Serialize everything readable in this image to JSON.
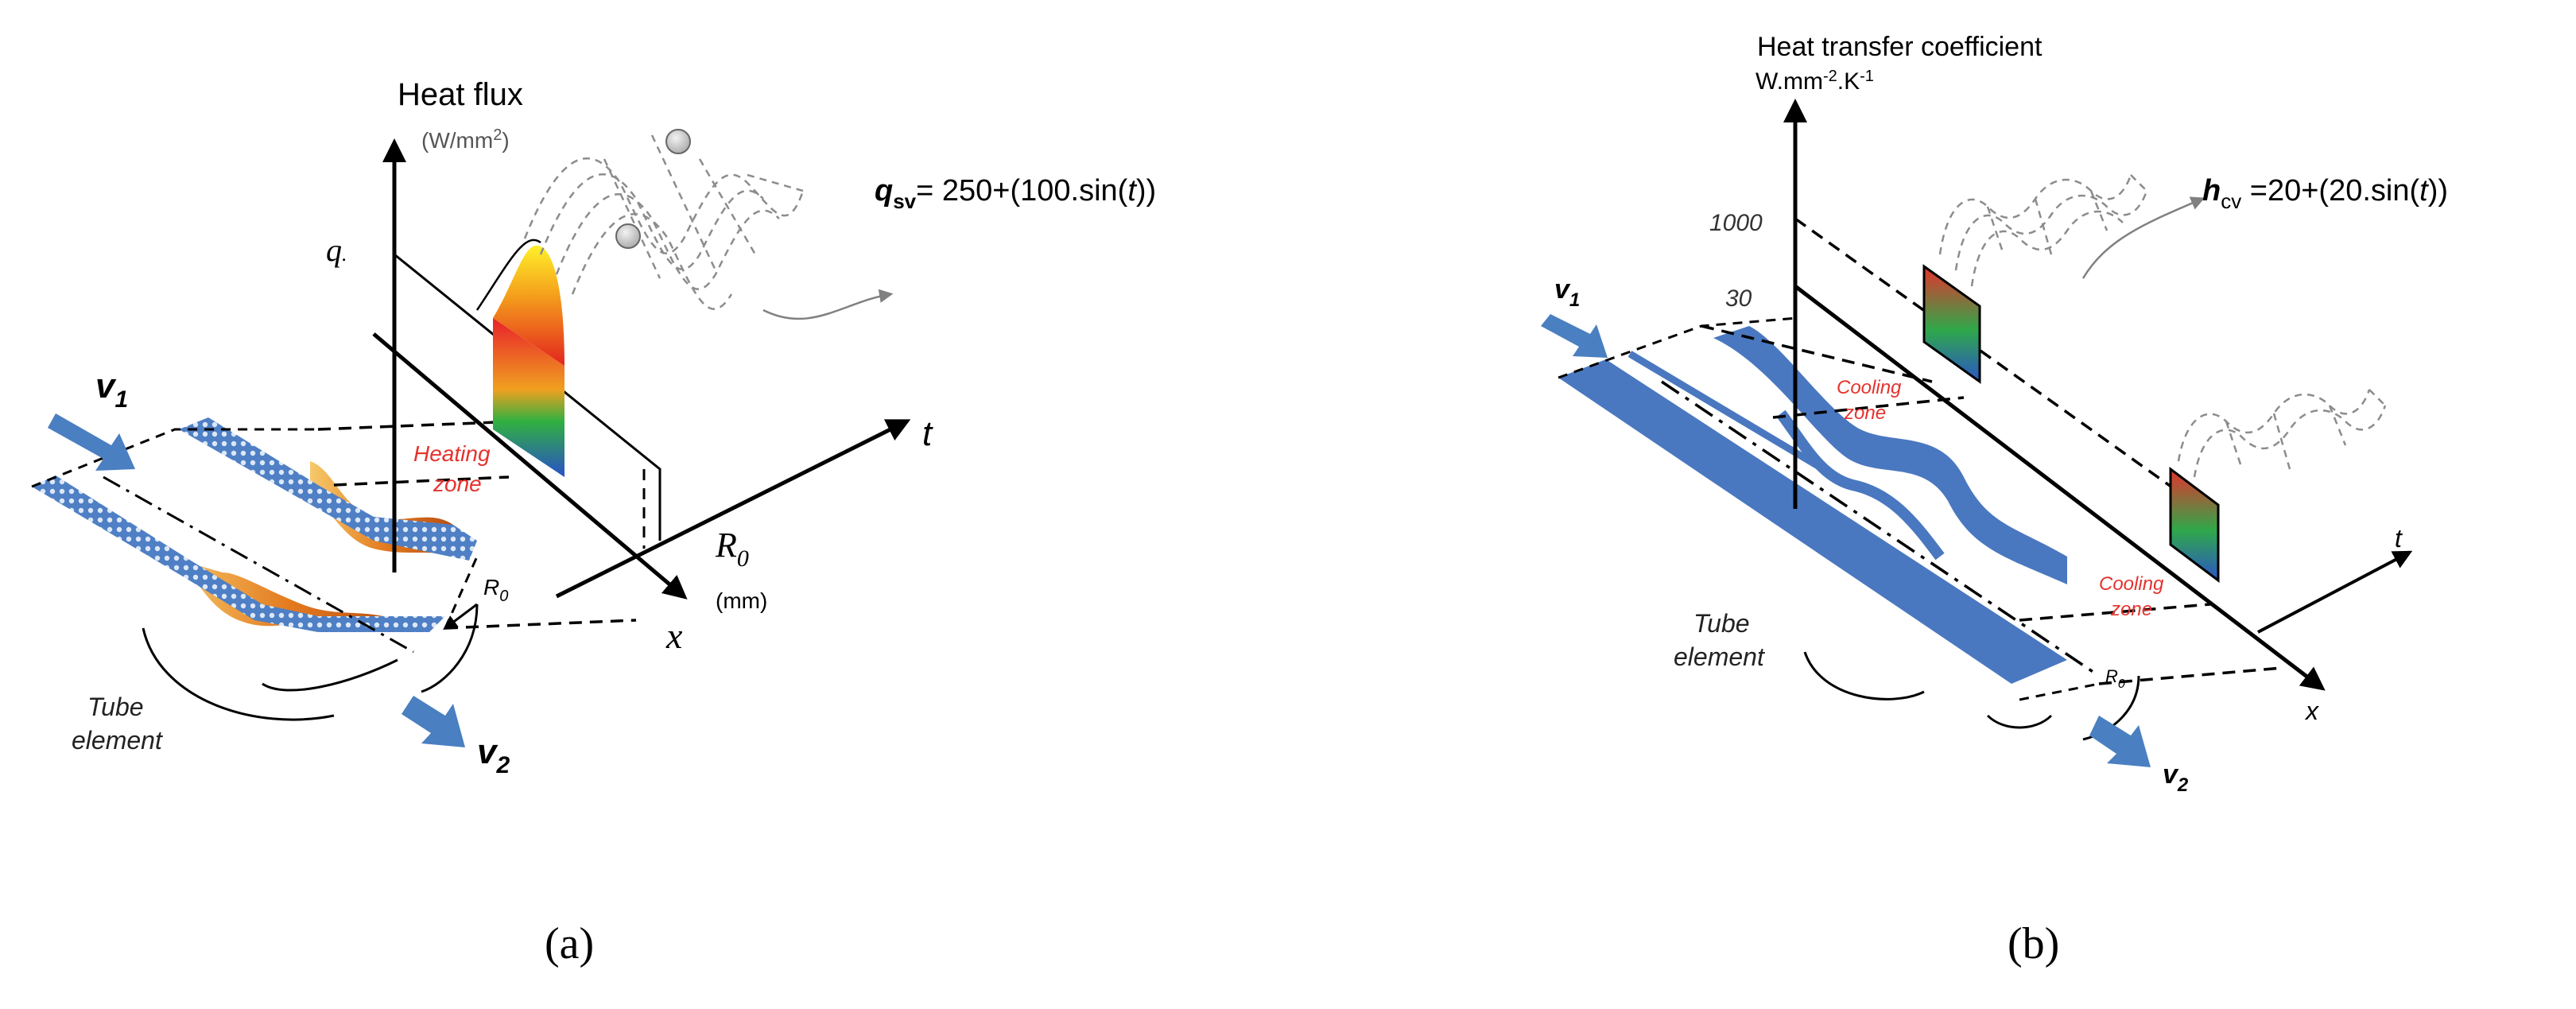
{
  "panel_a": {
    "heat_flux_title": "Heat flux",
    "heat_flux_unit": "(W/mm",
    "heat_flux_unit_sup": "2",
    "heat_flux_unit_end": ")",
    "q_label": "q",
    "q_dot": ".",
    "formula_var": "q",
    "formula_sub": "sv",
    "formula_eq": "= 250+(100.sin(",
    "formula_t": "t",
    "formula_end": "))",
    "v1_main": "v",
    "v1_sub": "1",
    "v2_main": "v",
    "v2_sub": "2",
    "heating_zone_l1": "Heating",
    "heating_zone_l2": "zone",
    "t_axis": "t",
    "r0_axis_main": "R",
    "r0_axis_sub": "0",
    "r0_unit": "(mm)",
    "x_axis": "x",
    "r0_tube_main": "R",
    "r0_tube_sub": "0",
    "tube_l1": "Tube",
    "tube_l2": "element",
    "caption": "(a)"
  },
  "panel_b": {
    "htc_title": "Heat transfer coefficient",
    "htc_unit_a": "W.mm",
    "htc_unit_sup1": "-2",
    "htc_unit_b": ".K",
    "htc_unit_sup2": "-1",
    "tick_1000": "1000",
    "tick_30": "30",
    "formula_var": "h",
    "formula_sub": "cv",
    "formula_eq": " =20+(20.sin(",
    "formula_t": "t",
    "formula_end": "))",
    "v1_main": "v",
    "v1_sub": "1",
    "v2_main": "v",
    "v2_sub": "2",
    "cooling1_l1": "Cooling",
    "cooling1_l2": "zone",
    "cooling2_l1": "Cooling",
    "cooling2_l2": "zone",
    "t_axis": "t",
    "x_axis": "x",
    "r0_main": "R",
    "r0_sub": "0",
    "tube_l1": "Tube",
    "tube_l2": "element",
    "caption": "(b)"
  },
  "colors": {
    "arrow_blue": "#4a7fc1",
    "tube_blue": "#4a78c0",
    "zone_red": "#e5322d",
    "dash_gray": "#8c8c8c",
    "marker_gray": "#c8c8c8"
  }
}
